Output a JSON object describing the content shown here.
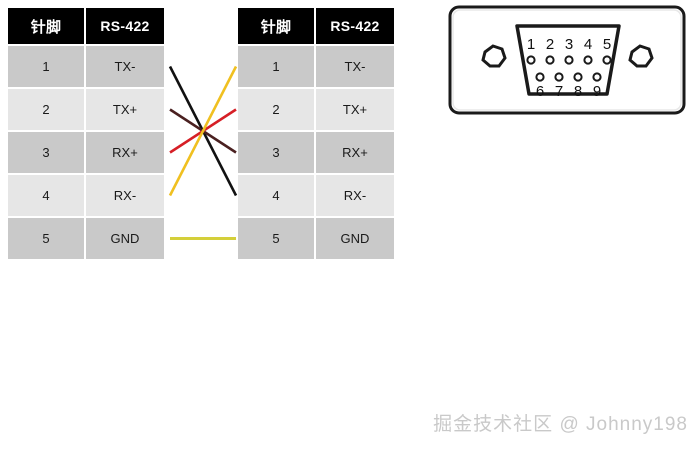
{
  "tables": {
    "columns": [
      "针脚",
      "RS-422"
    ],
    "left": {
      "title": "针脚",
      "header": [
        "针脚",
        "RS-422"
      ],
      "rows": [
        {
          "pin": "1",
          "signal": "TX-"
        },
        {
          "pin": "2",
          "signal": "TX+"
        },
        {
          "pin": "3",
          "signal": "RX+"
        },
        {
          "pin": "4",
          "signal": "RX-"
        },
        {
          "pin": "5",
          "signal": "GND"
        }
      ]
    },
    "right": {
      "title": "针脚",
      "header": [
        "针脚",
        "RS-422"
      ],
      "rows": [
        {
          "pin": "1",
          "signal": "TX-"
        },
        {
          "pin": "2",
          "signal": "TX+"
        },
        {
          "pin": "3",
          "signal": "RX+"
        },
        {
          "pin": "4",
          "signal": "RX-"
        },
        {
          "pin": "5",
          "signal": "GND"
        }
      ]
    }
  },
  "wiring": {
    "connections": [
      {
        "name": "tx-minus-to-rx-minus",
        "from_pin": "1",
        "from_signal": "TX-",
        "to_pin": "4",
        "to_signal": "RX-",
        "color": "#111111"
      },
      {
        "name": "tx-plus-to-rx-plus",
        "from_pin": "2",
        "from_signal": "TX+",
        "to_pin": "3",
        "to_signal": "RX+",
        "color": "#4a2020"
      },
      {
        "name": "rx-plus-to-tx-plus",
        "from_pin": "3",
        "from_signal": "RX+",
        "to_pin": "2",
        "to_signal": "TX+",
        "color": "#d61f26"
      },
      {
        "name": "rx-minus-to-tx-minus",
        "from_pin": "4",
        "from_signal": "RX-",
        "to_pin": "1",
        "to_signal": "TX-",
        "color": "#f0c020"
      },
      {
        "name": "gnd-to-gnd",
        "from_pin": "5",
        "from_signal": "GND",
        "to_pin": "5",
        "to_signal": "GND",
        "color": "#d4cf3a"
      }
    ]
  },
  "connector": {
    "type": "DB9",
    "top_row_pins": [
      "1",
      "2",
      "3",
      "4",
      "5"
    ],
    "bottom_row_pins": [
      "6",
      "7",
      "8",
      "9"
    ],
    "screw_holes": 2
  },
  "watermark": {
    "text": "掘金技术社区 @ Johnny198"
  },
  "colors": {
    "header_bg": "#000000",
    "header_text": "#ffffff",
    "row_odd_bg": "#c9c9c9",
    "row_even_bg": "#e6e6e6",
    "page_bg": "#ffffff",
    "connector_outline": "#1a1a1a"
  }
}
